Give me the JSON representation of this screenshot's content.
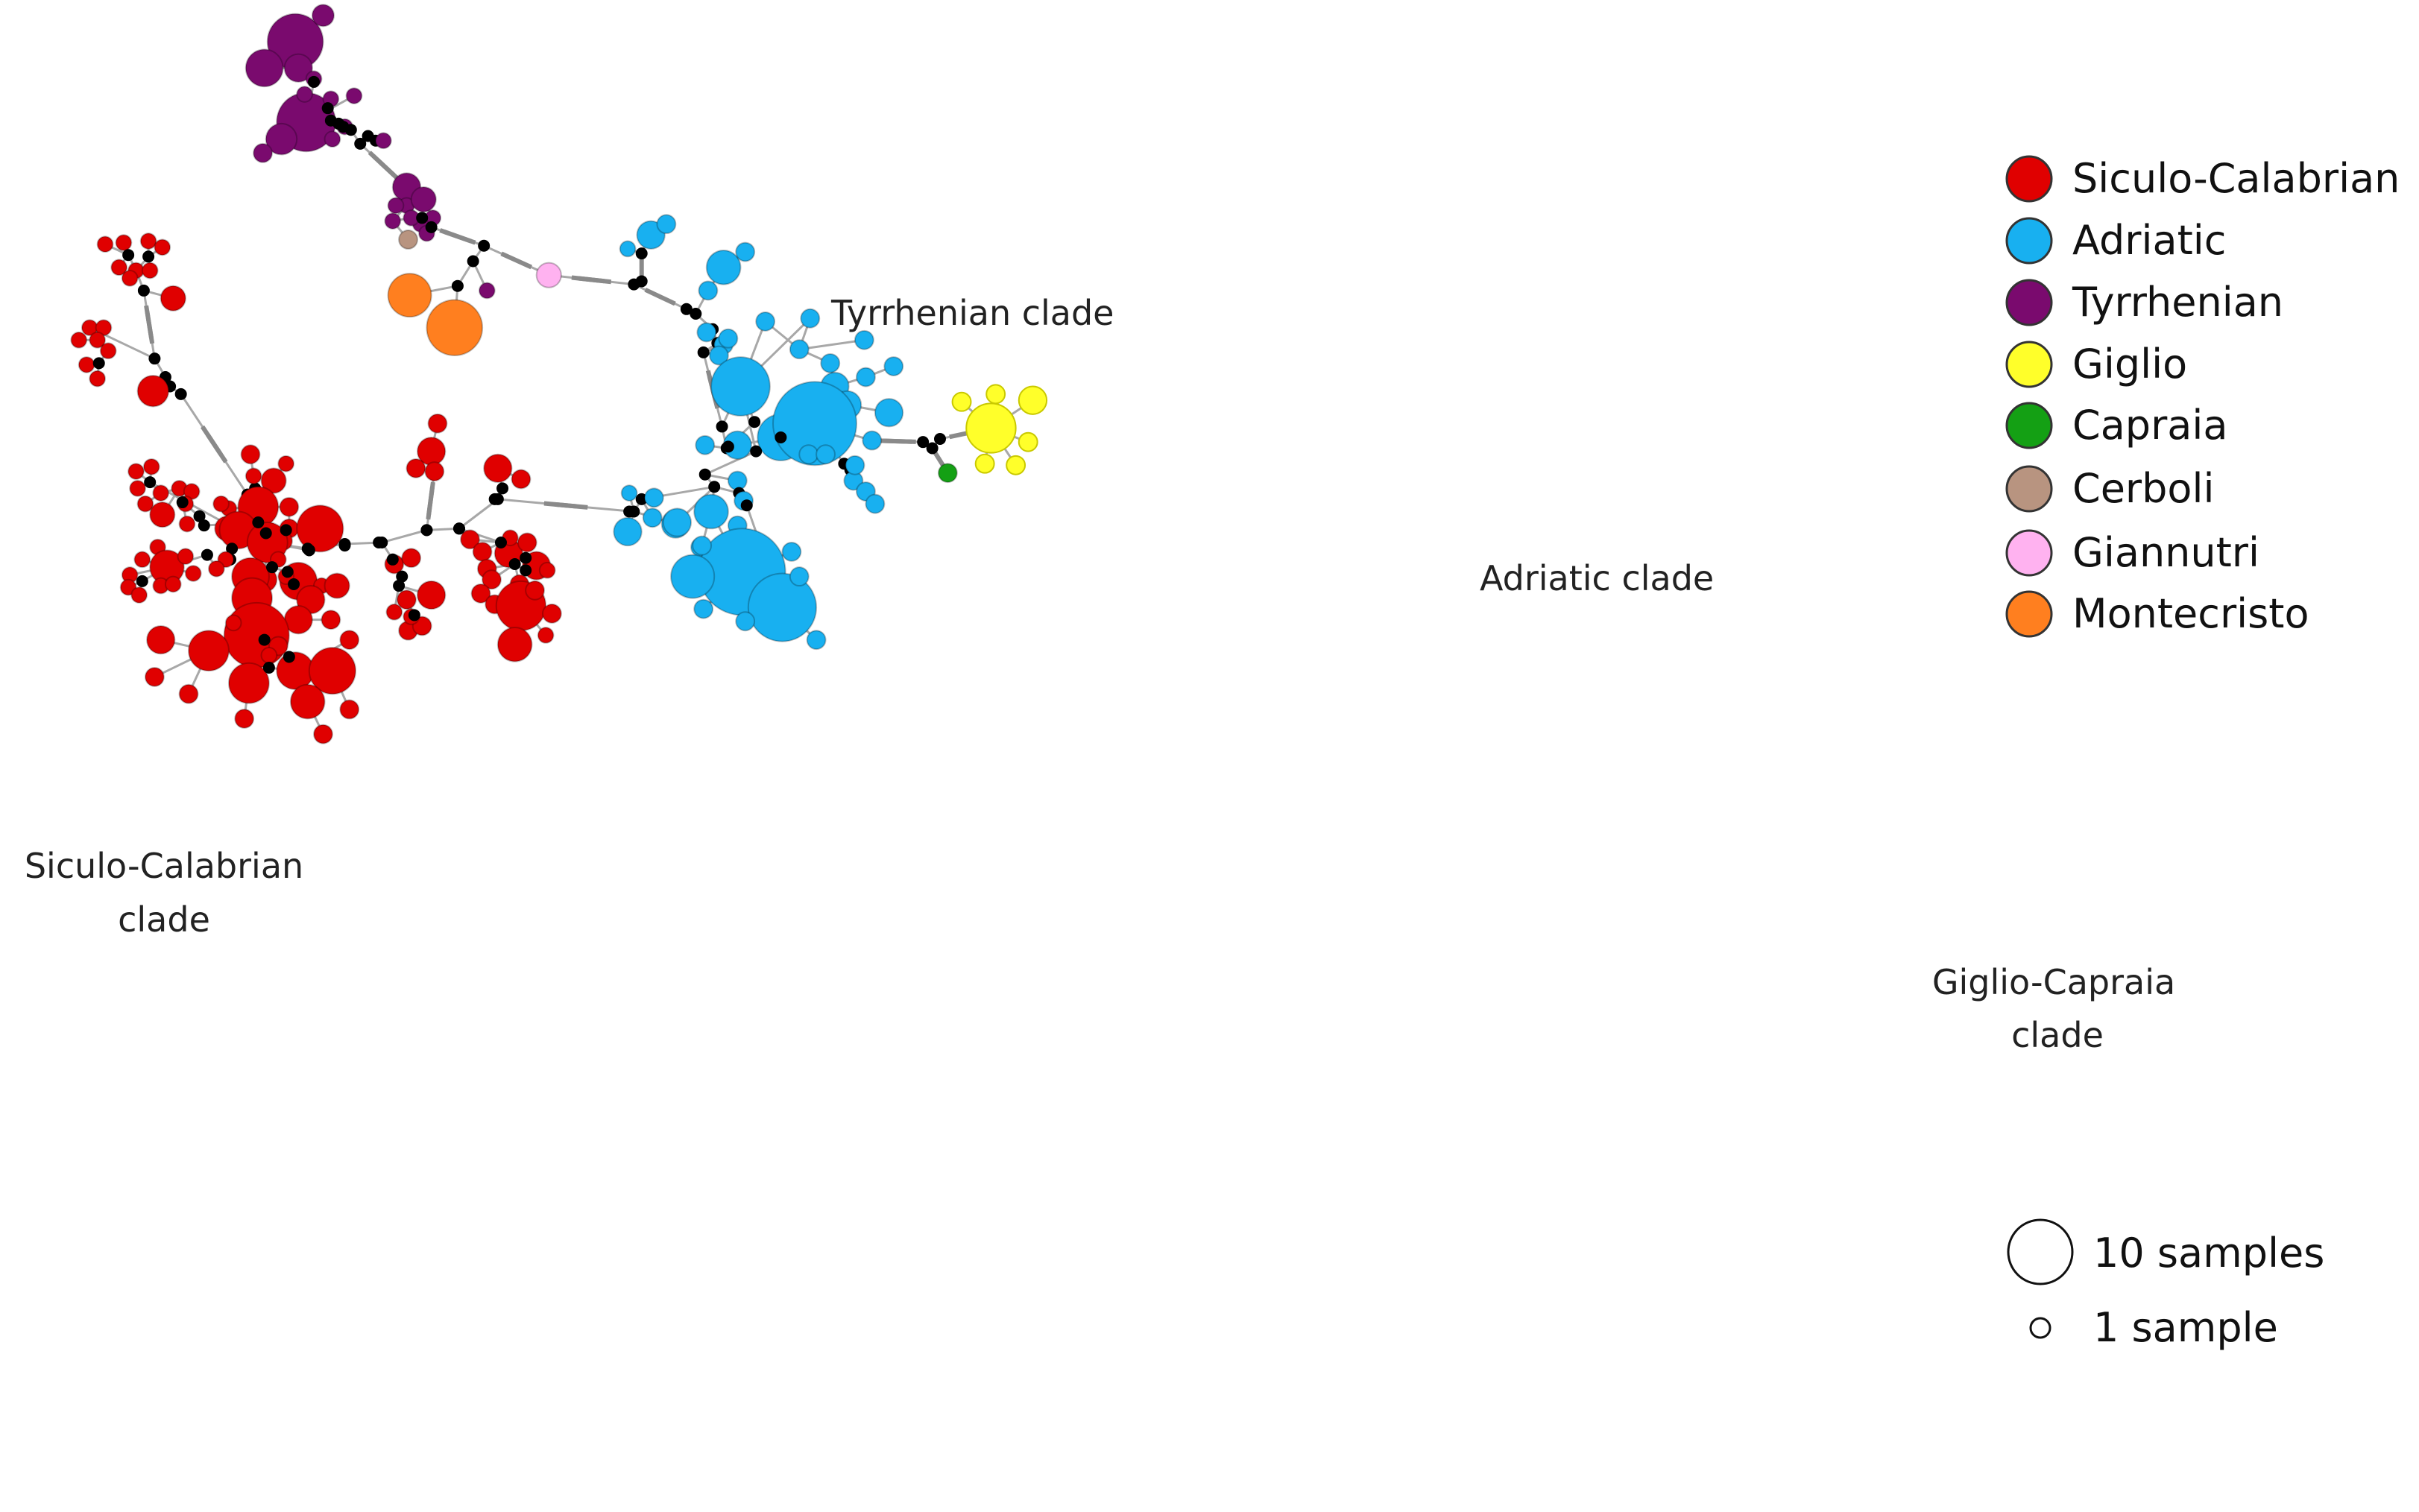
{
  "clade_labels": {
    "tyrrhenian": "Tyrrhenian clade",
    "adriatic": "Adriatic clade",
    "siculo_line1": "Siculo-Calabrian",
    "siculo_line2": "clade",
    "giglio_line1": "Giglio-Capraia",
    "giglio_line2": "clade"
  },
  "legend": {
    "groups": [
      {
        "label": "Siculo-Calabrian",
        "color": "#e00000"
      },
      {
        "label": "Adriatic",
        "color": "#18b0f0"
      },
      {
        "label": "Tyrrhenian",
        "color": "#7a0a6e"
      },
      {
        "label": "Giglio",
        "color": "#ffff2a"
      },
      {
        "label": "Capraia",
        "color": "#14a014"
      },
      {
        "label": "Cerboli",
        "color": "#b89480"
      },
      {
        "label": "Giannutri",
        "color": "#ffb2f0"
      },
      {
        "label": "Montecristo",
        "color": "#ff7f1f"
      }
    ],
    "size_scale": [
      {
        "label": "10 samples"
      },
      {
        "label": "1 sample"
      }
    ]
  },
  "colors": {
    "siculo": "#e00000",
    "adriatic": "#18b0f0",
    "tyrrhenian": "#7a0a6e",
    "giglio": "#ffff2a",
    "capraia": "#14a014",
    "cerboli": "#b89480",
    "giannutri": "#ffb2f0",
    "montecristo": "#ff7f1f",
    "median_vector": "#000000",
    "edge": "#a8a8a8"
  }
}
